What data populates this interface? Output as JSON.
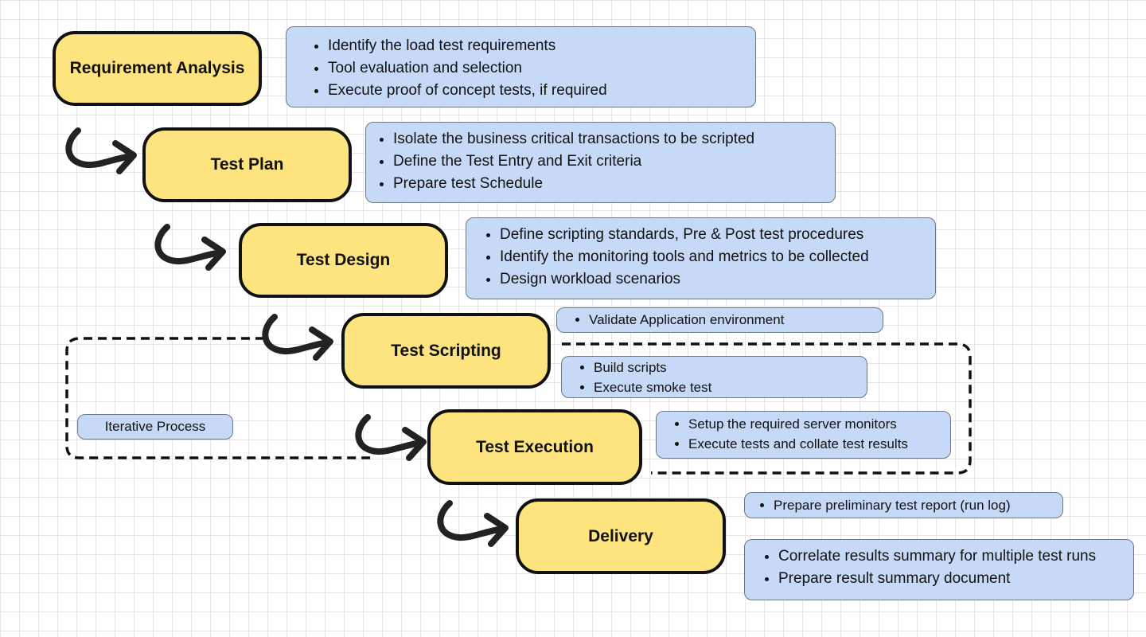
{
  "stages": [
    {
      "label": "Requirement Analysis"
    },
    {
      "label": "Test Plan"
    },
    {
      "label": "Test Design"
    },
    {
      "label": "Test Scripting"
    },
    {
      "label": "Test Execution"
    },
    {
      "label": "Delivery"
    }
  ],
  "notes": {
    "requirement_analysis": [
      "Identify the load test requirements",
      "Tool evaluation and selection",
      "Execute proof of concept tests, if required"
    ],
    "test_plan": [
      "Isolate the business critical transactions to be scripted",
      "Define the Test Entry and Exit criteria",
      "Prepare test Schedule"
    ],
    "test_design": [
      "Define scripting standards, Pre & Post test procedures",
      "Identify the monitoring tools and metrics to be collected",
      "Design workload scenarios"
    ],
    "test_scripting_env": [
      "Validate Application environment"
    ],
    "test_scripting": [
      "Build scripts",
      "Execute smoke test"
    ],
    "test_execution": [
      "Setup the required server monitors",
      "Execute tests and collate test results"
    ],
    "delivery_log": [
      "Prepare preliminary test report (run log)"
    ],
    "delivery_summary": [
      "Correlate results summary for multiple test runs",
      "Prepare result summary document"
    ]
  },
  "iterative_label": "Iterative Process",
  "colors": {
    "stage_fill": "#fde47f",
    "note_fill": "#c6daf8",
    "outline": "#111111"
  }
}
